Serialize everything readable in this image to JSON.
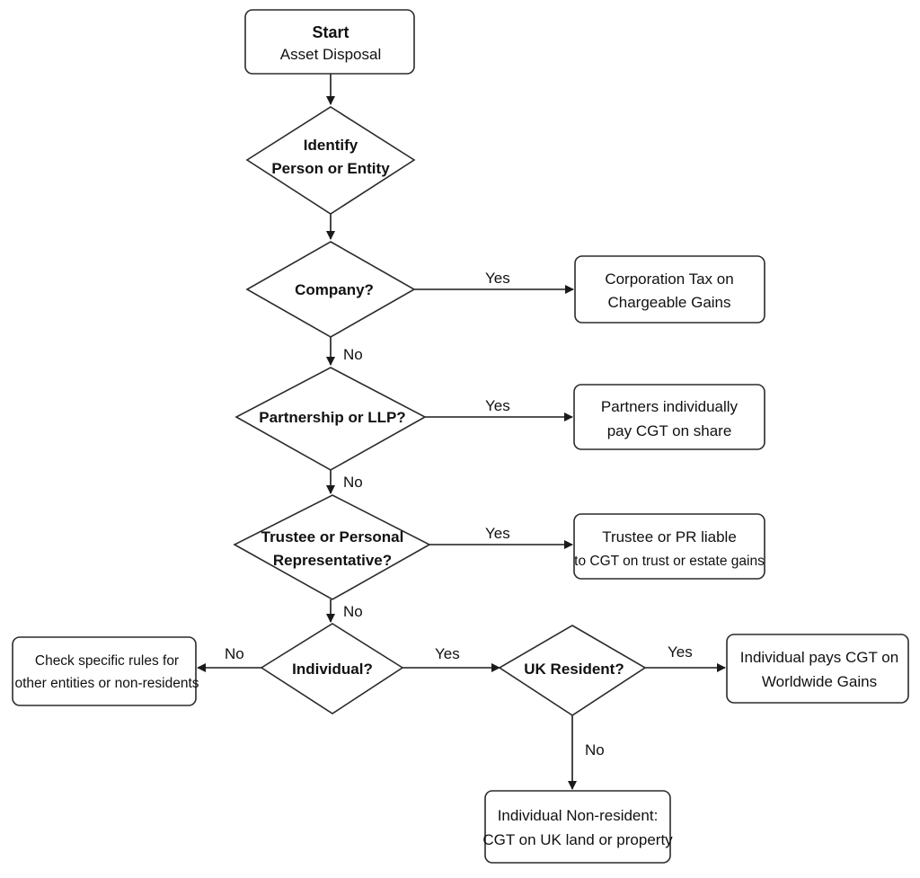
{
  "nodes": {
    "start": {
      "title": "Start",
      "subtitle": "Asset Disposal"
    },
    "identify": {
      "line1": "Identify",
      "line2": "Person or Entity"
    },
    "company": {
      "label": "Company?"
    },
    "corp_tax": {
      "line1": "Corporation Tax on",
      "line2": "Chargeable Gains"
    },
    "partnership": {
      "label": "Partnership or LLP?"
    },
    "partners": {
      "line1": "Partners individually",
      "line2": "pay CGT on share"
    },
    "trustee": {
      "line1": "Trustee or Personal",
      "line2": "Representative?"
    },
    "trustee_liable": {
      "line1": "Trustee or PR liable",
      "line2": "to CGT on trust or estate gains"
    },
    "individual": {
      "label": "Individual?"
    },
    "check_rules": {
      "line1": "Check specific rules for",
      "line2": "other entities or non-residents"
    },
    "uk_resident": {
      "label": "UK Resident?"
    },
    "worldwide": {
      "line1": "Individual pays CGT on",
      "line2": "Worldwide Gains"
    },
    "non_resident": {
      "line1": "Individual Non-resident:",
      "line2": "CGT on UK land or property"
    }
  },
  "edges": {
    "company_yes": "Yes",
    "company_no": "No",
    "partnership_yes": "Yes",
    "partnership_no": "No",
    "trustee_yes": "Yes",
    "trustee_no": "No",
    "individual_no": "No",
    "individual_yes": "Yes",
    "resident_yes": "Yes",
    "resident_no": "No"
  },
  "colors": {
    "stroke": "#2b2b2b",
    "fill": "#ffffff",
    "text": "#111111"
  }
}
